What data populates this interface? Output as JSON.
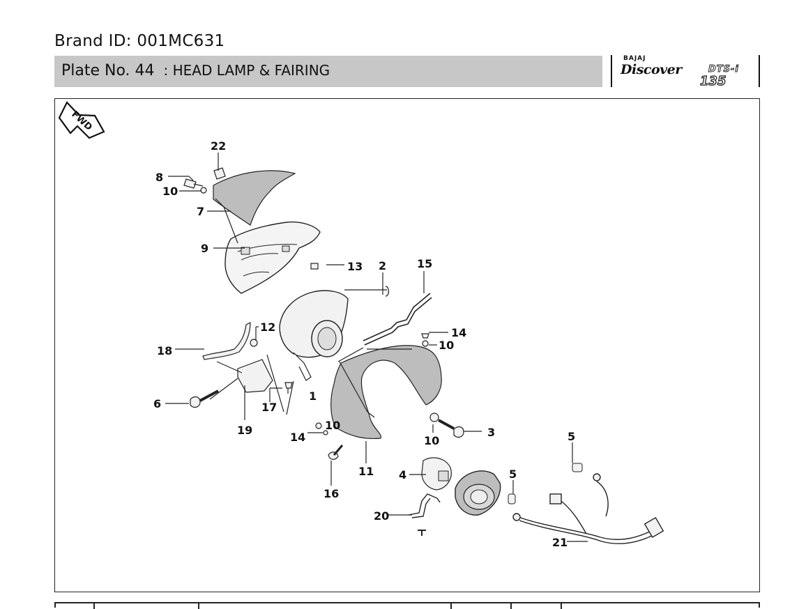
{
  "header": {
    "brand_id": "Brand ID: 001MC631",
    "plate_no": "Plate No. 44",
    "plate_sep": ": HEAD LAMP & FAIRING"
  },
  "logo": {
    "maker": "BAJAJ",
    "model": "Discover",
    "variant": "DTS-i",
    "engine": "135"
  },
  "diagram": {
    "fwd_label": "FWD",
    "callouts": [
      {
        "id": "c22",
        "label": "22"
      },
      {
        "id": "c8",
        "label": "8"
      },
      {
        "id": "c10a",
        "label": "10"
      },
      {
        "id": "c7",
        "label": "7"
      },
      {
        "id": "c9",
        "label": "9"
      },
      {
        "id": "c13",
        "label": "13"
      },
      {
        "id": "c2",
        "label": "2"
      },
      {
        "id": "c15",
        "label": "15"
      },
      {
        "id": "c12",
        "label": "12"
      },
      {
        "id": "c18",
        "label": "18"
      },
      {
        "id": "c14a",
        "label": "14"
      },
      {
        "id": "c10b",
        "label": "10"
      },
      {
        "id": "c1",
        "label": "1"
      },
      {
        "id": "c6",
        "label": "6"
      },
      {
        "id": "c17",
        "label": "17"
      },
      {
        "id": "c19",
        "label": "19"
      },
      {
        "id": "c10c",
        "label": "10"
      },
      {
        "id": "c14b",
        "label": "14"
      },
      {
        "id": "c3",
        "label": "3"
      },
      {
        "id": "c10d",
        "label": "10"
      },
      {
        "id": "c5a",
        "label": "5"
      },
      {
        "id": "c11",
        "label": "11"
      },
      {
        "id": "c16",
        "label": "16"
      },
      {
        "id": "c4",
        "label": "4"
      },
      {
        "id": "c5b",
        "label": "5"
      },
      {
        "id": "c20",
        "label": "20"
      },
      {
        "id": "c21",
        "label": "21"
      }
    ]
  }
}
